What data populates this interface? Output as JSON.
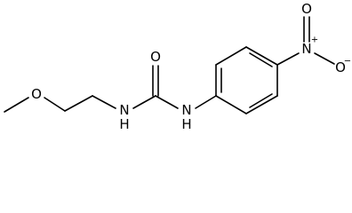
{
  "molecule": {
    "atoms": {
      "methoxy_o": "O",
      "amide_n_left": "N",
      "amide_h_left": "H",
      "carbonyl_o": "O",
      "amide_n_right": "N",
      "amide_h_right": "H",
      "nitro_n": "N",
      "nitro_n_charge": "+",
      "nitro_o_top": "O",
      "nitro_o_right": "O",
      "nitro_o_charge": "−"
    },
    "colors": {
      "ink": "#000000",
      "background": "#ffffff"
    }
  }
}
